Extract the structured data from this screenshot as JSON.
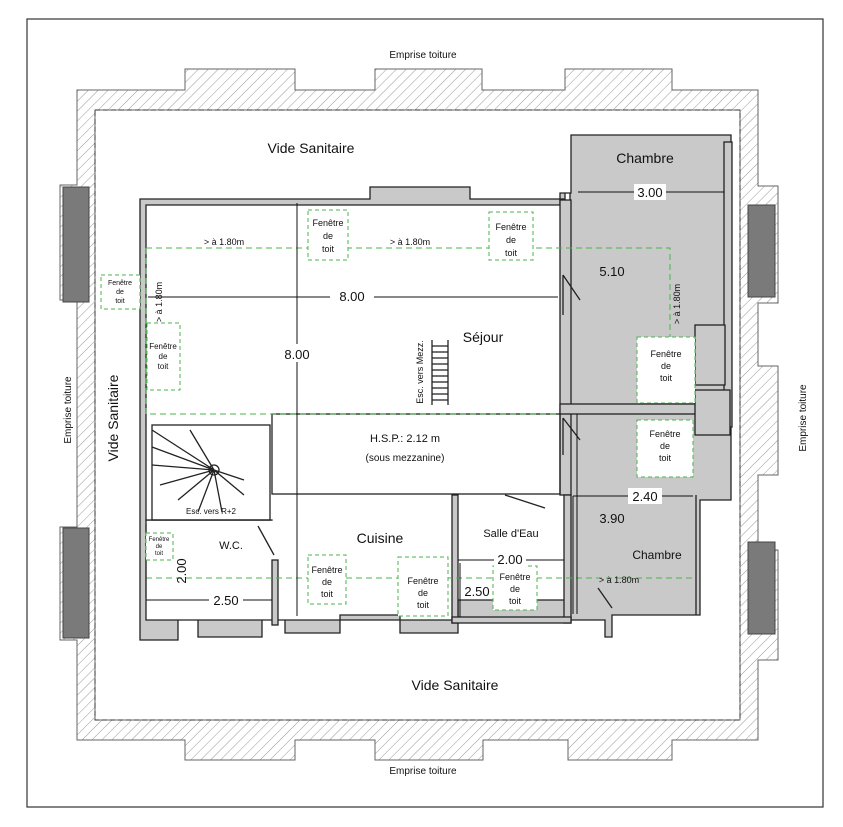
{
  "labels": {
    "emprise_top": "Emprise toiture",
    "emprise_bottom": "Emprise toiture",
    "emprise_left": "Emprise toiture",
    "emprise_right": "Emprise toiture",
    "vide_top": "Vide Sanitaire",
    "vide_left": "Vide Sanitaire",
    "vide_bottom": "Vide Sanitaire",
    "sejour": "Séjour",
    "chambre_top": "Chambre",
    "chambre_bottom": "Chambre",
    "cuisine": "Cuisine",
    "wc": "W.C.",
    "salle_eau": "Salle d'Eau",
    "hsp": "H.S.P.: 2.12 m",
    "sous_mezz": "(sous mezzanine)",
    "esc_mezz": "Esc. vers Mezz.",
    "esc_r2": "Esc. vers R+2"
  },
  "dimensions": {
    "d_800_h": "8.00",
    "d_800_v": "8.00",
    "d_300": "3.00",
    "d_510": "5.10",
    "d_240": "2.40",
    "d_390": "3.90",
    "d_200_salle": "2.00",
    "d_250_salle": "2.50",
    "d_200_wc": "2.00",
    "d_250_wc": "2.50"
  },
  "heights": {
    "h1": "> à 1.80m",
    "h2": "> à 1.80m",
    "h3": "> à 1.80m",
    "h4": "> à 1.80m",
    "h5": "> à 1.80m"
  },
  "windows": {
    "line1": "Fenêtre",
    "line2": "de",
    "line3": "toit"
  }
}
